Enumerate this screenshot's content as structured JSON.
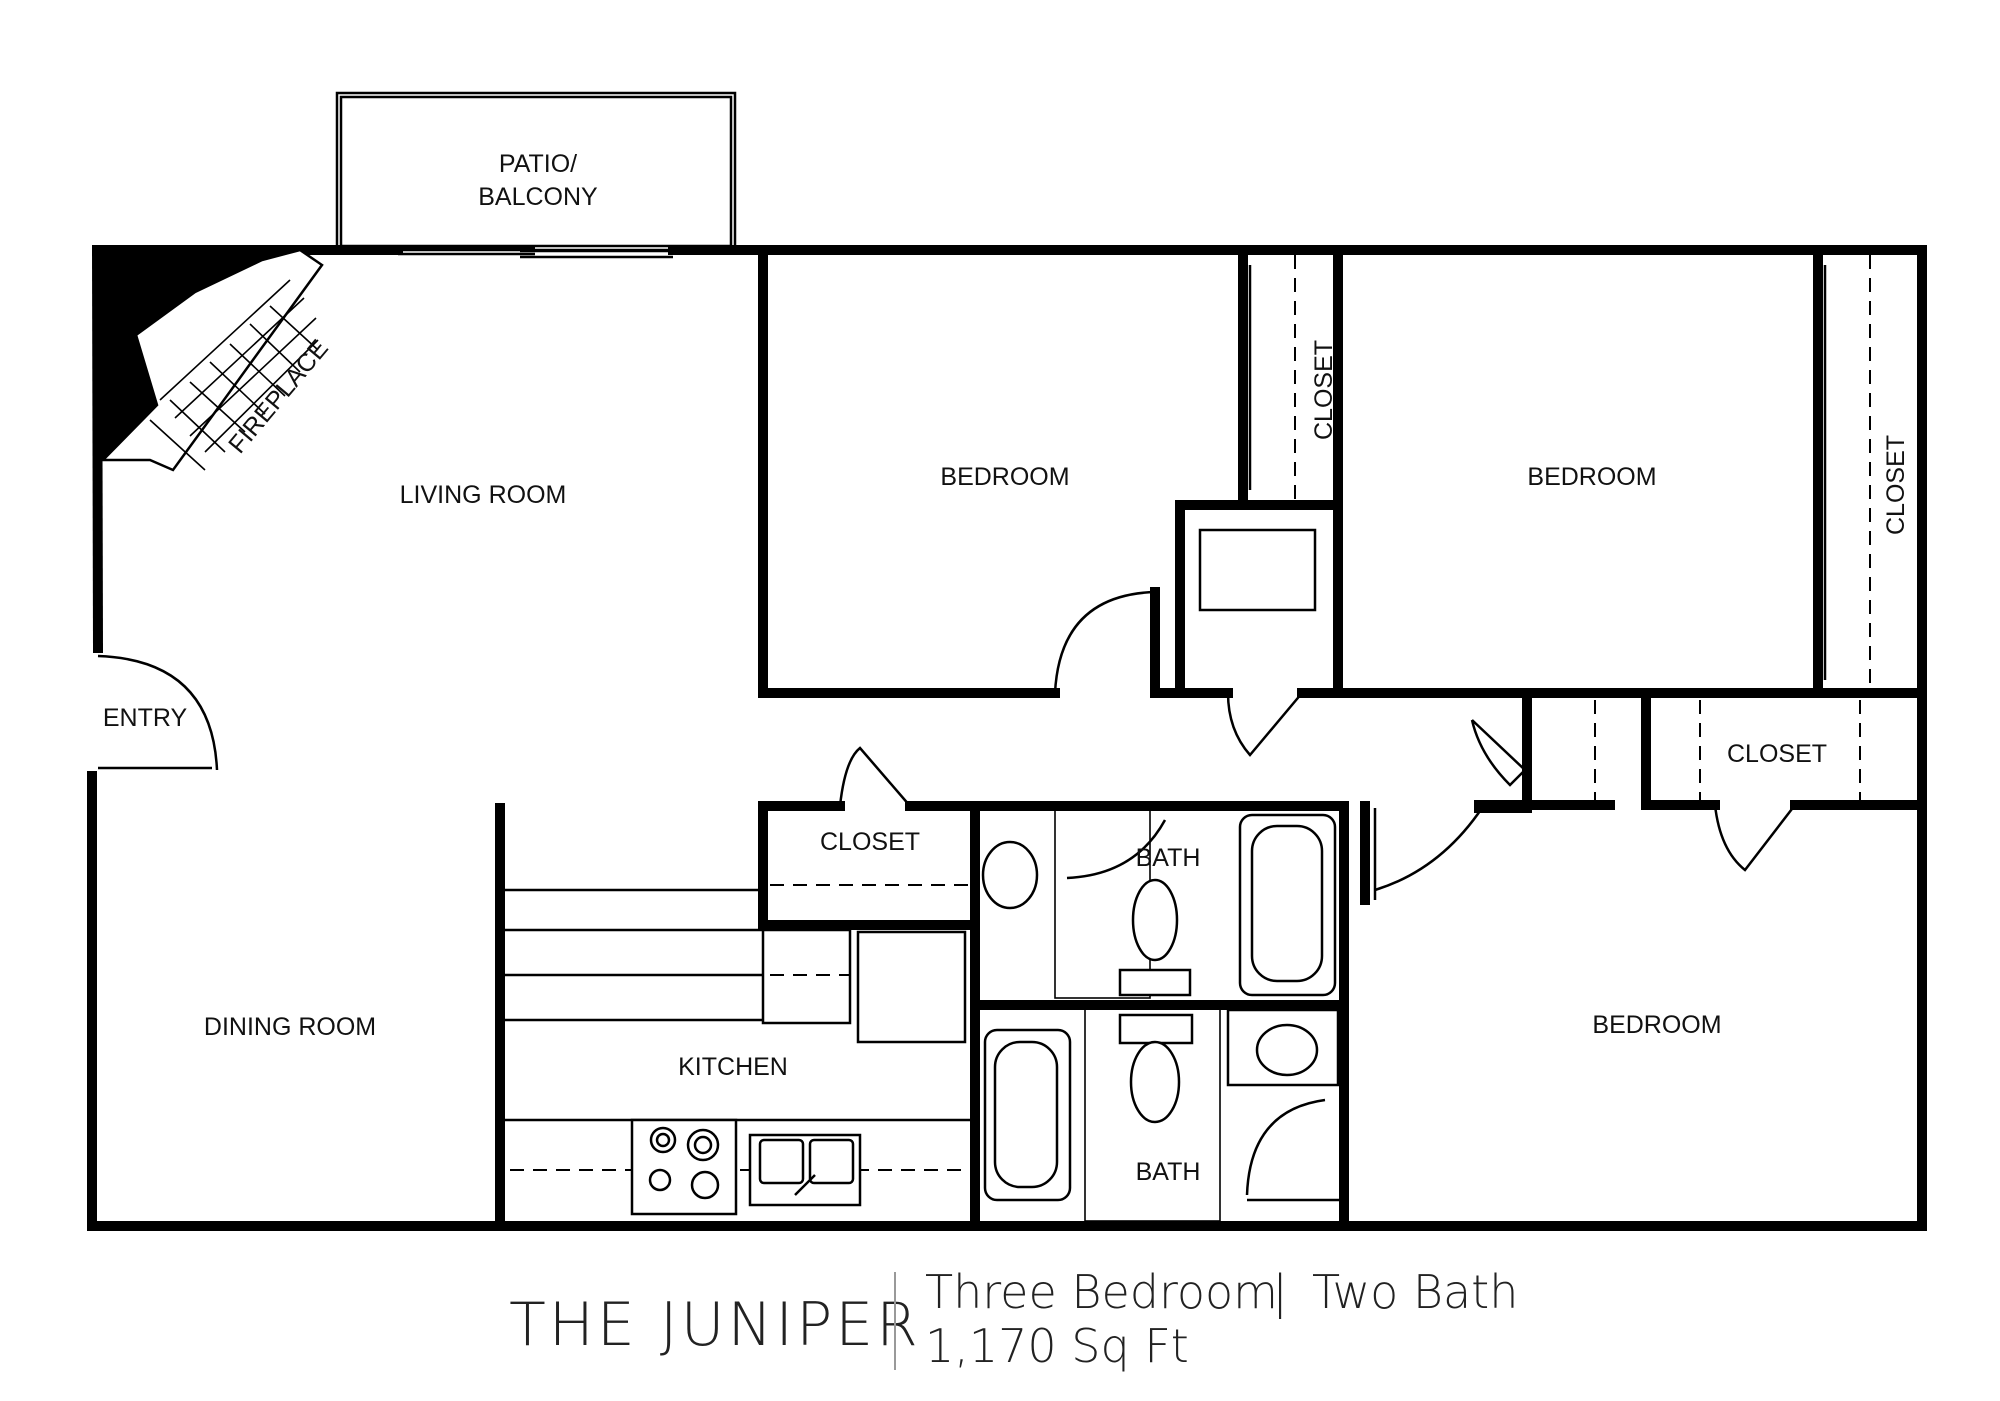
{
  "rooms": {
    "patio": "PATIO/",
    "patio_line2": "BALCONY",
    "fireplace": "FIREPLACE",
    "living_room": "LIVING ROOM",
    "entry": "ENTRY",
    "dining_room": "DINING ROOM",
    "kitchen": "KITCHEN",
    "kitchen_closet": "CLOSET",
    "bedroom_1": "BEDROOM",
    "bedroom_2": "BEDROOM",
    "bedroom_3": "BEDROOM",
    "closet_1": "CLOSET",
    "closet_2": "CLOSET",
    "closet_3": "CLOSET",
    "bath_1": "BATH",
    "bath_2": "BATH"
  },
  "footer": {
    "title": "THE JUNIPER",
    "type": "Three Bedroom",
    "separator": "|",
    "baths": "Two Bath",
    "area": "1,170 Sq Ft"
  }
}
